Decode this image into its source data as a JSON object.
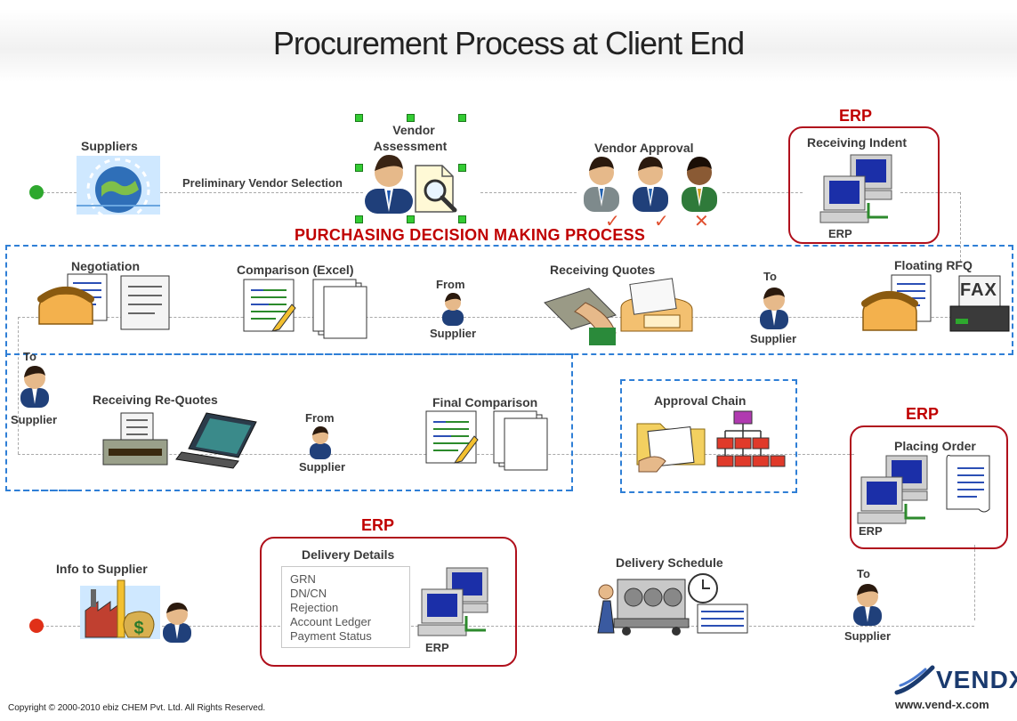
{
  "title": "Procurement  Process at Client End",
  "labels": {
    "suppliers": "Suppliers",
    "preliminary": "Preliminary Vendor Selection",
    "vendor_assessment_1": "Vendor",
    "vendor_assessment_2": "Assessment",
    "vendor_approval": "Vendor Approval",
    "receiving_indent": "Receiving Indent",
    "purchasing": "PURCHASING DECISION MAKING PROCESS",
    "negotiation": "Negotiation",
    "comparison_excel": "Comparison (Excel)",
    "receiving_quotes": "Receiving Quotes",
    "floating_rfq": "Floating RFQ",
    "receiving_requotes": "Receiving Re-Quotes",
    "final_comparison": "Final Comparison",
    "approval_chain": "Approval Chain",
    "placing_order": "Placing Order",
    "info_to_supplier": "Info to Supplier",
    "delivery_details": "Delivery Details",
    "delivery_schedule": "Delivery Schedule",
    "from": "From",
    "to": "To",
    "supplier": "Supplier",
    "erp": "ERP",
    "fax": "FAX"
  },
  "delivery_items": [
    "GRN",
    "DN/CN",
    "Rejection",
    "Account Ledger",
    "Payment Status"
  ],
  "approval_marks": [
    "✓",
    "✓",
    "✕"
  ],
  "copyright": "Copyright © 2000-2010 ebiz CHEM Pvt. Ltd. All Rights Reserved.",
  "brand": {
    "name": "VENDX",
    "url": "www.vend-x.com"
  },
  "colors": {
    "erp_red": "#c00000",
    "dash_blue": "#2f7fd6",
    "connector_gray": "#a9a9a9",
    "start_green": "#2ea82e",
    "end_red": "#e03018"
  }
}
